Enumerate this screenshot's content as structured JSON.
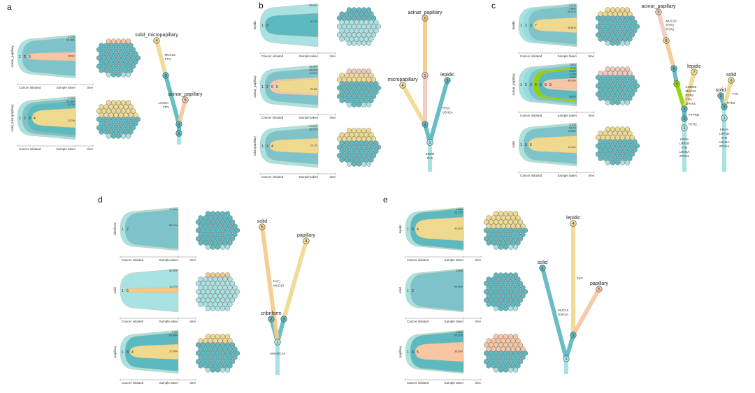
{
  "axis": {
    "start": "Cancer initiated",
    "sample": "Sample taken",
    "time": "time"
  },
  "colors": {
    "light": "#a8e2e2",
    "mid": "#7fc3ca",
    "dark": "#5cb9c0",
    "blue": "#8fdde6",
    "yellow": "#efd98f",
    "orange": "#f6c98a",
    "peach": "#f7c6a2",
    "pink": "#f3c9bd",
    "green": "#8fd400",
    "root": "#a8e2e2"
  },
  "panels": [
    {
      "letter": "a",
      "rows": [
        {
          "sample": "acinar_papillary",
          "clones": [
            {
              "id": "1",
              "color": "light",
              "frac": 1.0
            },
            {
              "id": "2",
              "color": "mid",
              "frac": 0.9
            },
            {
              "id": "5",
              "color": "peach",
              "frac": 0.2
            }
          ],
          "pct": [
            "4.72%",
            "95.28%",
            "18.6%"
          ],
          "blob": {
            "base": "dark",
            "layers": [
              {
                "color": "peach",
                "frac": 0.2
              }
            ]
          }
        },
        {
          "sample": "solid_micropapillary",
          "clones": [
            {
              "id": "1",
              "color": "light",
              "frac": 1.0
            },
            {
              "id": "2",
              "color": "mid",
              "frac": 0.9
            },
            {
              "id": "3",
              "color": "dark",
              "frac": 0.8
            },
            {
              "id": "4",
              "color": "yellow",
              "frac": 0.45
            }
          ],
          "pct": [
            "4.72%",
            "95.28%",
            "62.2%",
            "33.2%"
          ],
          "blob": {
            "base": "dark",
            "layers": [
              {
                "color": "yellow",
                "frac": 0.42
              }
            ]
          }
        }
      ],
      "trees": [
        {
          "root": "1",
          "root_mutations": "",
          "nodes": [
            {
              "id": "1",
              "label": "",
              "color": "dark"
            },
            {
              "id": "2",
              "label": "",
              "color": "dark"
            },
            {
              "id": "3",
              "label": "",
              "color": "dark"
            },
            {
              "id": "4",
              "label": "solid_micropapillary",
              "color": "yellow"
            },
            {
              "id": "5",
              "label": "acinar_papillary",
              "color": "peach"
            }
          ],
          "edges": [
            {
              "from": "1",
              "to": "2",
              "color": "dark",
              "mutations": ""
            },
            {
              "from": "2",
              "to": "3",
              "color": "dark",
              "mutations": "USH2A TTN"
            },
            {
              "from": "3",
              "to": "4",
              "color": "yellow",
              "mutations": "MUC16 TTN"
            },
            {
              "from": "2",
              "to": "5",
              "color": "peach",
              "mutations": ""
            }
          ]
        }
      ]
    },
    {
      "letter": "b",
      "rows": [
        {
          "sample": "lepidic",
          "clones": [
            {
              "id": "1",
              "color": "light",
              "frac": 1.0
            },
            {
              "id": "3",
              "color": "dark",
              "frac": 0.55
            }
          ],
          "pct": [
            "58.65%",
            "41.4%"
          ],
          "blob": {
            "base": "light",
            "layers": [
              {
                "color": "dark",
                "frac": 0.35
              }
            ]
          }
        },
        {
          "sample": "acinar_papillary",
          "clones": [
            {
              "id": "1",
              "color": "light",
              "frac": 1.0
            },
            {
              "id": "2",
              "color": "mid",
              "frac": 0.85
            },
            {
              "id": "6",
              "color": "pink",
              "frac": 0.42
            },
            {
              "id": "5",
              "color": "yellow",
              "frac": 0.35
            }
          ],
          "pct": [
            "16.69%",
            "49.62%",
            "11.64%",
            "20.8%"
          ],
          "blob": {
            "base": "dark",
            "layers": [
              {
                "color": "pink",
                "frac": 0.15
              },
              {
                "color": "yellow",
                "frac": 0.2
              }
            ]
          }
        },
        {
          "sample": "micropapillary",
          "clones": [
            {
              "id": "1",
              "color": "light",
              "frac": 1.0
            },
            {
              "id": "2",
              "color": "mid",
              "frac": 0.85
            },
            {
              "id": "4",
              "color": "yellow",
              "frac": 0.35
            }
          ],
          "pct": [
            "11.69%",
            "58.07%",
            "29.7%"
          ],
          "blob": {
            "base": "dark",
            "layers": [
              {
                "color": "yellow",
                "frac": 0.38
              }
            ]
          }
        }
      ],
      "trees": [
        {
          "root": "1",
          "root_mutations": "EGFR FLG",
          "nodes": [
            {
              "id": "1",
              "label": "",
              "color": "light"
            },
            {
              "id": "2",
              "label": "",
              "color": "dark"
            },
            {
              "id": "3",
              "label": "lepidic",
              "color": "dark"
            },
            {
              "id": "4",
              "label": "micropapillary",
              "color": "yellow"
            },
            {
              "id": "5",
              "label": "",
              "color": "pink"
            },
            {
              "id": "6",
              "label": "acinar_papillary",
              "color": "orange"
            }
          ],
          "edges": [
            {
              "from": "1",
              "to": "2",
              "color": "dark",
              "mutations": ""
            },
            {
              "from": "1",
              "to": "3",
              "color": "dark",
              "mutations": "TP53 USH2A"
            },
            {
              "from": "2",
              "to": "4",
              "color": "yellow",
              "mutations": ""
            },
            {
              "from": "2",
              "to": "5",
              "color": "pink",
              "mutations": ""
            },
            {
              "from": "5",
              "to": "6",
              "color": "orange",
              "mutations": ""
            }
          ]
        }
      ]
    },
    {
      "letter": "c",
      "rows": [
        {
          "sample": "lepidic",
          "clones": [
            {
              "id": "1",
              "color": "light",
              "frac": 1.0
            },
            {
              "id": "2",
              "color": "blue",
              "frac": 0.95
            },
            {
              "id": "3",
              "color": "mid",
              "frac": 0.9
            },
            {
              "id": "7",
              "color": "yellow",
              "frac": 0.35
            }
          ],
          "pct": [
            "0.27%",
            "0.85%",
            "60.07%",
            "38.81%"
          ],
          "blob": {
            "base": "dark",
            "layers": [
              {
                "color": "yellow",
                "frac": 0.3
              }
            ]
          }
        },
        {
          "sample": "acinar_papillary",
          "clones": [
            {
              "id": "1",
              "color": "light",
              "frac": 1.0
            },
            {
              "id": "2",
              "color": "blue",
              "frac": 0.95
            },
            {
              "id": "3",
              "color": "mid",
              "frac": 0.9
            },
            {
              "id": "4",
              "color": "green",
              "frac": 0.8
            },
            {
              "id": "5",
              "color": "dark",
              "frac": 0.72
            },
            {
              "id": "8",
              "color": "pink",
              "frac": 0.3
            },
            {
              "id": "9",
              "color": "peach",
              "frac": 0.2
            }
          ],
          "pct": [
            "1.84%",
            "0.1%",
            "0.16%",
            "0.15%",
            "11.8%",
            "38.18%",
            "38.6%"
          ],
          "blob": {
            "base": "dark",
            "layers": [
              {
                "color": "pink",
                "frac": 0.25
              }
            ]
          }
        },
        {
          "sample": "solid",
          "clones": [
            {
              "id": "1",
              "color": "light",
              "frac": 1.0
            },
            {
              "id": "5",
              "color": "mid",
              "frac": 0.9
            },
            {
              "id": "6",
              "color": "yellow",
              "frac": 0.4
            }
          ],
          "pct": [
            "4.11%",
            "60.2%",
            "26.86%",
            "10.16%"
          ],
          "blob": {
            "base": "dark",
            "layers": [
              {
                "color": "yellow",
                "frac": 0.35
              }
            ]
          }
        }
      ],
      "trees": [
        {
          "root": "1",
          "root_mutations": "KRAS LRP1B TTN USH2A ZFHX4",
          "nodes": [
            {
              "id": "1",
              "label": "",
              "color": "light"
            },
            {
              "id": "2",
              "label": "",
              "color": "dark"
            },
            {
              "id": "3",
              "label": "",
              "color": "dark"
            },
            {
              "id": "4",
              "label": "",
              "color": "green"
            },
            {
              "id": "6",
              "label": "",
              "color": "dark"
            },
            {
              "id": "7",
              "label": "lepidic",
              "color": "yellow"
            },
            {
              "id": "8",
              "label": "",
              "color": "orange"
            },
            {
              "id": "9",
              "label": "acinar_papillary",
              "color": "pink"
            }
          ],
          "edges": [
            {
              "from": "1",
              "to": "2",
              "color": "light",
              "mutations": "RYR2"
            },
            {
              "from": "2",
              "to": "3",
              "color": "dark",
              "mutations": "PTPRD"
            },
            {
              "from": "3",
              "to": "4",
              "color": "green",
              "mutations": "CSMD3 MUC16 RYR2 TTN ZFHX4"
            },
            {
              "from": "3",
              "to": "7",
              "color": "yellow",
              "mutations": ""
            },
            {
              "from": "4",
              "to": "6",
              "color": "dark",
              "mutations": ""
            },
            {
              "from": "6",
              "to": "8",
              "color": "orange",
              "mutations": ""
            },
            {
              "from": "8",
              "to": "9",
              "color": "pink",
              "mutations": "MUC16 RYR2 RYR2"
            }
          ]
        },
        {
          "root": "1",
          "root_mutations": "KRAS LRP1B TTN USH2A ZFHX4",
          "nodes": [
            {
              "id": "1",
              "label": "",
              "color": "light"
            },
            {
              "id": "3",
              "label": "",
              "color": "dark"
            },
            {
              "id": "2",
              "label": "solid",
              "color": "dark"
            },
            {
              "id": "6",
              "label": "solid",
              "color": "yellow"
            }
          ],
          "edges": [
            {
              "from": "1",
              "to": "3",
              "color": "light",
              "mutations": ""
            },
            {
              "from": "3",
              "to": "2",
              "color": "dark",
              "mutations": "RYR2"
            },
            {
              "from": "3",
              "to": "6",
              "color": "yellow",
              "mutations": "TTN"
            }
          ]
        }
      ]
    },
    {
      "letter": "d",
      "rows": [
        {
          "sample": "cribriform",
          "clones": [
            {
              "id": "1",
              "color": "light",
              "frac": 1.0
            },
            {
              "id": "2",
              "color": "mid",
              "frac": 0.92
            }
          ],
          "pct": [
            "11.63%",
            "88.17%"
          ],
          "blob": {
            "base": "dark",
            "layers": []
          }
        },
        {
          "sample": "solid",
          "clones": [
            {
              "id": "1",
              "color": "light",
              "frac": 1.0
            },
            {
              "id": "5",
              "color": "orange",
              "frac": 0.12
            }
          ],
          "pct": [
            "86.86%",
            "13.07%"
          ],
          "blob": {
            "base": "light",
            "layers": [
              {
                "color": "orange",
                "frac": 0.2
              }
            ]
          }
        },
        {
          "sample": "papillary",
          "clones": [
            {
              "id": "1",
              "color": "light",
              "frac": 1.0
            },
            {
              "id": "3",
              "color": "dark",
              "frac": 0.9
            },
            {
              "id": "4",
              "color": "yellow",
              "frac": 0.35
            }
          ],
          "pct": [
            "0.9%",
            "62.04%",
            "37.04%"
          ],
          "blob": {
            "base": "dark",
            "layers": [
              {
                "color": "yellow",
                "frac": 0.3
              }
            ]
          }
        }
      ],
      "trees": [
        {
          "root": "1",
          "root_mutations": "SMARCA4",
          "nodes": [
            {
              "id": "1",
              "label": "",
              "color": "light"
            },
            {
              "id": "2",
              "label": "cribriform",
              "color": "dark"
            },
            {
              "id": "3",
              "label": "",
              "color": "dark"
            },
            {
              "id": "4",
              "label": "papillary",
              "color": "yellow"
            },
            {
              "id": "5",
              "label": "solid",
              "color": "orange"
            }
          ],
          "edges": [
            {
              "from": "1",
              "to": "2",
              "color": "dark",
              "mutations": ""
            },
            {
              "from": "1",
              "to": "3",
              "color": "dark",
              "mutations": ""
            },
            {
              "from": "1",
              "to": "5",
              "color": "orange",
              "mutations": "FAT1 MUC16"
            },
            {
              "from": "3",
              "to": "4",
              "color": "yellow",
              "mutations": ""
            }
          ]
        }
      ]
    },
    {
      "letter": "e",
      "rows": [
        {
          "sample": "lepidic",
          "clones": [
            {
              "id": "1",
              "color": "light",
              "frac": 1.0
            },
            {
              "id": "3",
              "color": "dark",
              "frac": 0.95
            },
            {
              "id": "4",
              "color": "yellow",
              "frac": 0.55
            }
          ],
          "pct": [
            "1.66%",
            "56.73%",
            "42.61%"
          ],
          "blob": {
            "base": "dark",
            "layers": [
              {
                "color": "yellow",
                "frac": 0.5
              }
            ]
          }
        },
        {
          "sample": "solid",
          "clones": [
            {
              "id": "1",
              "color": "light",
              "frac": 1.0
            },
            {
              "id": "2",
              "color": "mid",
              "frac": 0.95
            }
          ],
          "pct": [
            "3.05%",
            "96.95%"
          ],
          "blob": {
            "base": "dark",
            "layers": []
          }
        },
        {
          "sample": "papillary",
          "clones": [
            {
              "id": "1",
              "color": "light",
              "frac": 1.0
            },
            {
              "id": "3",
              "color": "dark",
              "frac": 0.95
            },
            {
              "id": "5",
              "color": "peach",
              "frac": 0.45
            }
          ],
          "pct": [
            "2.65%",
            "60.52%",
            "36.83%"
          ],
          "blob": {
            "base": "dark",
            "layers": [
              {
                "color": "peach",
                "frac": 0.45
              }
            ]
          }
        }
      ],
      "trees": [
        {
          "root": "1",
          "root_mutations": "",
          "nodes": [
            {
              "id": "1",
              "label": "",
              "color": "light"
            },
            {
              "id": "2",
              "label": "solid",
              "color": "dark"
            },
            {
              "id": "3",
              "label": "",
              "color": "dark"
            },
            {
              "id": "4",
              "label": "lepidic",
              "color": "yellow"
            },
            {
              "id": "5",
              "label": "papillary",
              "color": "peach"
            }
          ],
          "edges": [
            {
              "from": "1",
              "to": "2",
              "color": "dark",
              "mutations": "MUC16 USH2A"
            },
            {
              "from": "1",
              "to": "3",
              "color": "dark",
              "mutations": ""
            },
            {
              "from": "3",
              "to": "4",
              "color": "yellow",
              "mutations": "FLG"
            },
            {
              "from": "3",
              "to": "5",
              "color": "peach",
              "mutations": ""
            }
          ]
        }
      ]
    }
  ]
}
